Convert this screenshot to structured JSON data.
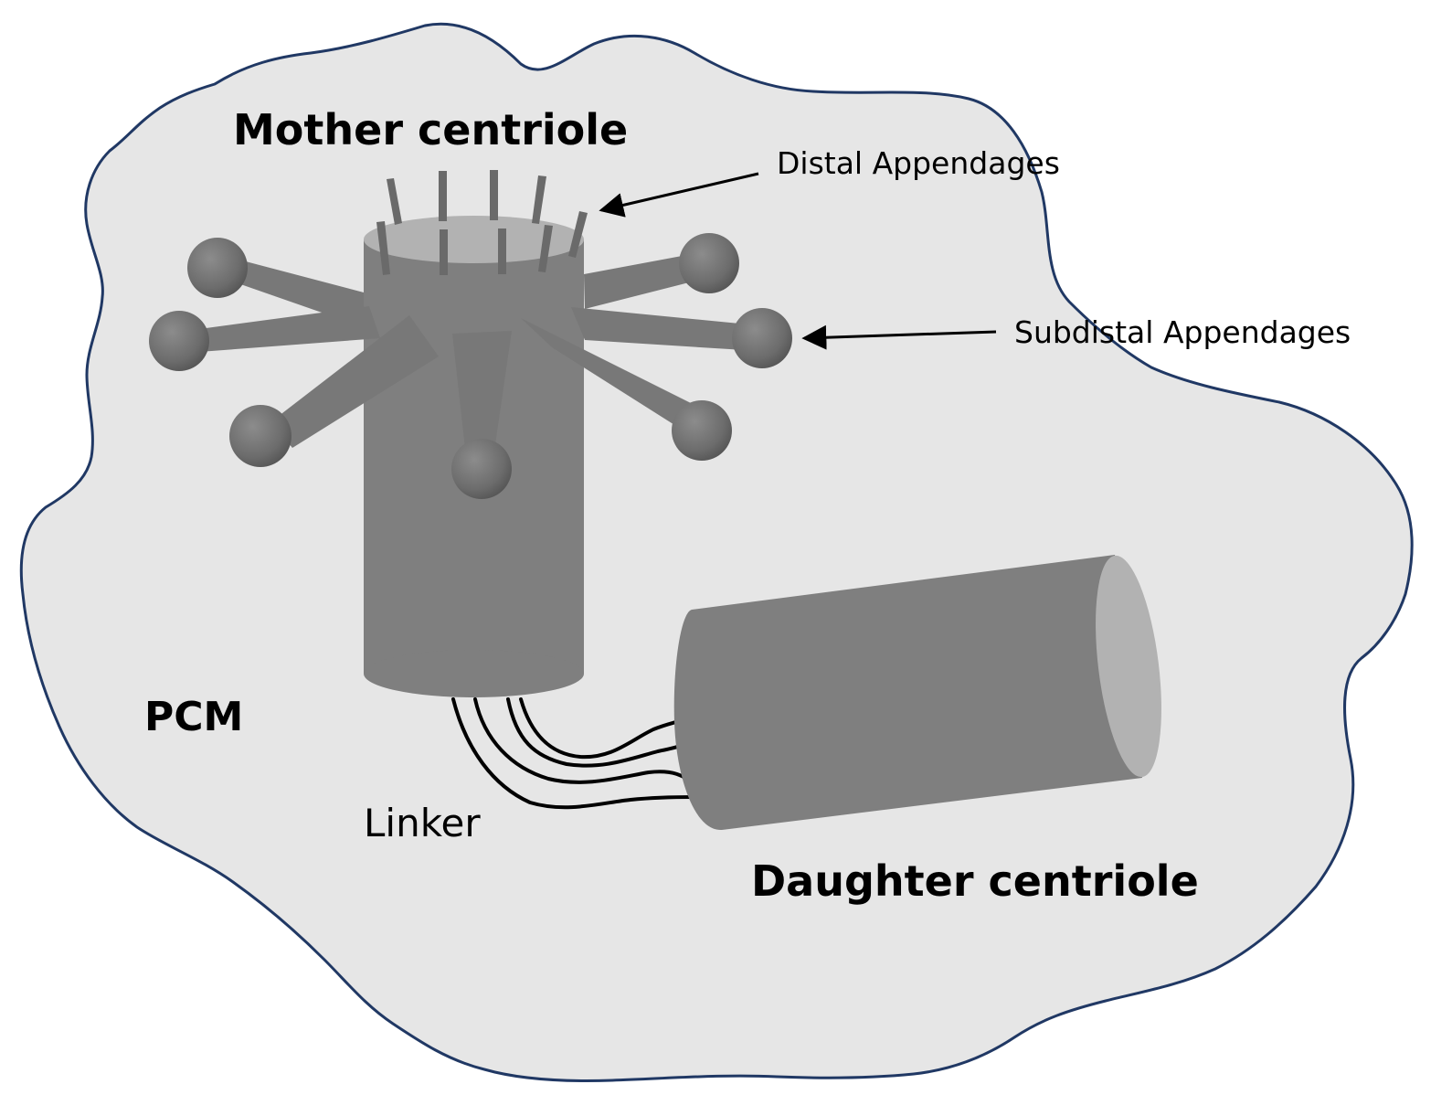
{
  "labels": {
    "mother": "Mother centriole",
    "distal": "Distal Appendages",
    "subdistal": "Subdistal Appendages",
    "pcm": "PCM",
    "linker": "Linker",
    "daughter": "Daughter centriole"
  },
  "colors": {
    "pcm_fill": "#e6e6e6",
    "pcm_outline": "#203864",
    "centriole_body": "#7f7f7f",
    "centriole_top": "#b2b2b2",
    "appendage_sphere": "#6e6e6e",
    "linker": "#000000"
  }
}
